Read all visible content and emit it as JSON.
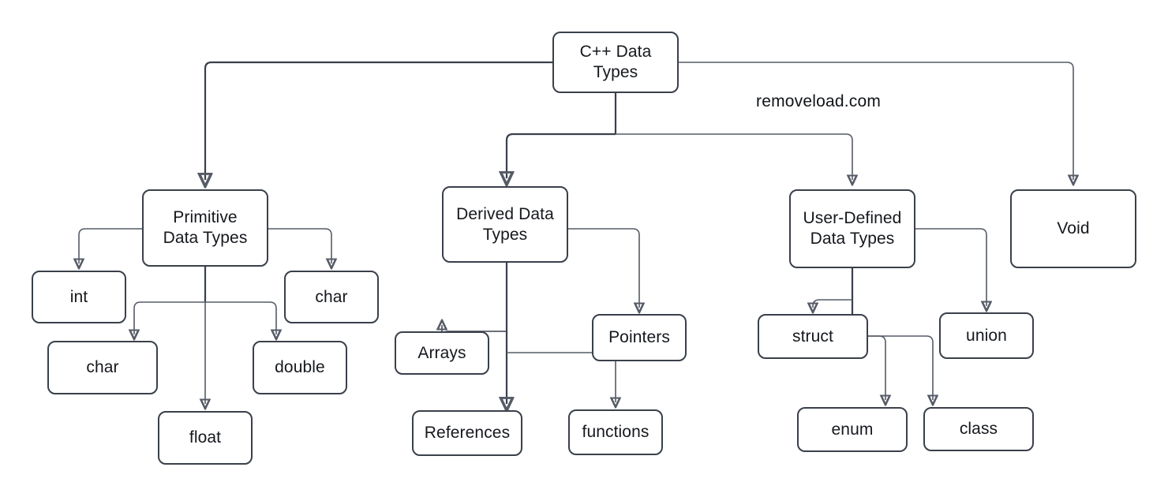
{
  "diagram": {
    "title": "C++ Data Types",
    "watermark": "removeload.com",
    "colors": {
      "border": "#3a404a",
      "edge": "#555b66",
      "text": "#15181d",
      "background": "#ffffff"
    },
    "nodes": {
      "root": {
        "label": "C++ Data Types",
        "line1": "C++ Data",
        "line2": "Types"
      },
      "primitive": {
        "label": "Primitive Data Types",
        "line1": "Primitive",
        "line2": "Data Types"
      },
      "derived": {
        "label": "Derived Data Types",
        "line1": "Derived Data",
        "line2": "Types"
      },
      "userdefined": {
        "label": "User-Defined Data Types",
        "line1": "User-Defined",
        "line2": "Data Types"
      },
      "void": {
        "label": "Void"
      },
      "int": {
        "label": "int"
      },
      "char_right": {
        "label": "char"
      },
      "char_lower": {
        "label": "char"
      },
      "double": {
        "label": "double"
      },
      "float": {
        "label": "float"
      },
      "arrays": {
        "label": "Arrays"
      },
      "references": {
        "label": "References"
      },
      "functions": {
        "label": "functions"
      },
      "pointers": {
        "label": "Pointers"
      },
      "struct": {
        "label": "struct"
      },
      "union": {
        "label": "union"
      },
      "enum": {
        "label": "enum"
      },
      "class": {
        "label": "class"
      }
    },
    "edges": [
      {
        "from": "root",
        "to": "primitive"
      },
      {
        "from": "root",
        "to": "derived"
      },
      {
        "from": "root",
        "to": "userdefined"
      },
      {
        "from": "root",
        "to": "void"
      },
      {
        "from": "primitive",
        "to": "int"
      },
      {
        "from": "primitive",
        "to": "char_right"
      },
      {
        "from": "primitive",
        "to": "char_lower"
      },
      {
        "from": "primitive",
        "to": "double"
      },
      {
        "from": "primitive",
        "to": "float"
      },
      {
        "from": "derived",
        "to": "arrays"
      },
      {
        "from": "derived",
        "to": "references"
      },
      {
        "from": "derived",
        "to": "functions"
      },
      {
        "from": "derived",
        "to": "pointers"
      },
      {
        "from": "userdefined",
        "to": "struct"
      },
      {
        "from": "userdefined",
        "to": "union"
      },
      {
        "from": "userdefined",
        "to": "enum"
      },
      {
        "from": "userdefined",
        "to": "class"
      }
    ]
  }
}
